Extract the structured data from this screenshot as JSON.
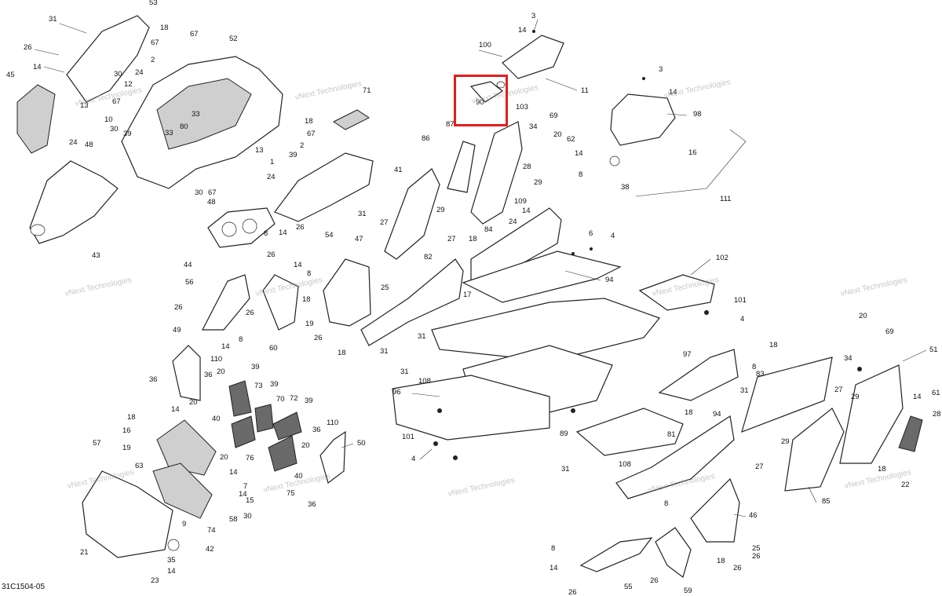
{
  "diagram": {
    "code": "31C1504-05",
    "highlight_color": "#e41d1d",
    "highlighted_part": "90",
    "watermark_line1": "vNext",
    "watermark_line2": "Technologies"
  },
  "callouts": [
    {
      "id": "53",
      "label": "53"
    },
    {
      "id": "31a",
      "label": "31"
    },
    {
      "id": "18a",
      "label": "18"
    },
    {
      "id": "67a",
      "label": "67"
    },
    {
      "id": "26a",
      "label": "26"
    },
    {
      "id": "14a",
      "label": "14"
    },
    {
      "id": "67b",
      "label": "67"
    },
    {
      "id": "52",
      "label": "52"
    },
    {
      "id": "45",
      "label": "45"
    },
    {
      "id": "2a",
      "label": "2"
    },
    {
      "id": "30a",
      "label": "30"
    },
    {
      "id": "24a",
      "label": "24"
    },
    {
      "id": "12",
      "label": "12"
    },
    {
      "id": "67c",
      "label": "67"
    },
    {
      "id": "13a",
      "label": "13"
    },
    {
      "id": "10",
      "label": "10"
    },
    {
      "id": "30b",
      "label": "30"
    },
    {
      "id": "39a",
      "label": "39"
    },
    {
      "id": "33a",
      "label": "33"
    },
    {
      "id": "80",
      "label": "80"
    },
    {
      "id": "24b",
      "label": "24"
    },
    {
      "id": "48a",
      "label": "48"
    },
    {
      "id": "33b",
      "label": "33"
    },
    {
      "id": "71",
      "label": "71"
    },
    {
      "id": "18b",
      "label": "18"
    },
    {
      "id": "67d",
      "label": "67"
    },
    {
      "id": "2b",
      "label": "2"
    },
    {
      "id": "39b",
      "label": "39"
    },
    {
      "id": "13b",
      "label": "13"
    },
    {
      "id": "1",
      "label": "1"
    },
    {
      "id": "24c",
      "label": "24"
    },
    {
      "id": "30c",
      "label": "30"
    },
    {
      "id": "67e",
      "label": "67"
    },
    {
      "id": "48b",
      "label": "48"
    },
    {
      "id": "41",
      "label": "41"
    },
    {
      "id": "43",
      "label": "43"
    },
    {
      "id": "31b",
      "label": "31"
    },
    {
      "id": "8a",
      "label": "8"
    },
    {
      "id": "14b",
      "label": "14"
    },
    {
      "id": "26b",
      "label": "26"
    },
    {
      "id": "54",
      "label": "54"
    },
    {
      "id": "44",
      "label": "44"
    },
    {
      "id": "3a",
      "label": "3"
    },
    {
      "id": "14c",
      "label": "14"
    },
    {
      "id": "100",
      "label": "100"
    },
    {
      "id": "11",
      "label": "11"
    },
    {
      "id": "103",
      "label": "103"
    },
    {
      "id": "90",
      "label": "90"
    },
    {
      "id": "87",
      "label": "87"
    },
    {
      "id": "34a",
      "label": "34"
    },
    {
      "id": "69a",
      "label": "69"
    },
    {
      "id": "20a",
      "label": "20"
    },
    {
      "id": "62",
      "label": "62"
    },
    {
      "id": "14d",
      "label": "14"
    },
    {
      "id": "86",
      "label": "86"
    },
    {
      "id": "28a",
      "label": "28"
    },
    {
      "id": "8b",
      "label": "8"
    },
    {
      "id": "29a",
      "label": "29"
    },
    {
      "id": "109",
      "label": "109"
    },
    {
      "id": "14e",
      "label": "14"
    },
    {
      "id": "24d",
      "label": "24"
    },
    {
      "id": "29b",
      "label": "29"
    },
    {
      "id": "27a",
      "label": "27"
    },
    {
      "id": "27b",
      "label": "27"
    },
    {
      "id": "18c",
      "label": "18"
    },
    {
      "id": "84",
      "label": "84"
    },
    {
      "id": "3b",
      "label": "3"
    },
    {
      "id": "14f",
      "label": "14"
    },
    {
      "id": "98",
      "label": "98"
    },
    {
      "id": "16",
      "label": "16"
    },
    {
      "id": "38",
      "label": "38"
    },
    {
      "id": "111",
      "label": "111"
    },
    {
      "id": "6",
      "label": "6"
    },
    {
      "id": "4a",
      "label": "4"
    },
    {
      "id": "94a",
      "label": "94"
    },
    {
      "id": "102",
      "label": "102"
    },
    {
      "id": "101a",
      "label": "101"
    },
    {
      "id": "4b",
      "label": "4"
    },
    {
      "id": "26c",
      "label": "26"
    },
    {
      "id": "14g",
      "label": "14"
    },
    {
      "id": "8c",
      "label": "8"
    },
    {
      "id": "47",
      "label": "47"
    },
    {
      "id": "82",
      "label": "82"
    },
    {
      "id": "17",
      "label": "17"
    },
    {
      "id": "56",
      "label": "56"
    },
    {
      "id": "26d",
      "label": "26"
    },
    {
      "id": "18d",
      "label": "18"
    },
    {
      "id": "25a",
      "label": "25"
    },
    {
      "id": "26e",
      "label": "26"
    },
    {
      "id": "19",
      "label": "19"
    },
    {
      "id": "60",
      "label": "60"
    },
    {
      "id": "26f",
      "label": "26"
    },
    {
      "id": "8d",
      "label": "8"
    },
    {
      "id": "14h",
      "label": "14"
    },
    {
      "id": "18e",
      "label": "18"
    },
    {
      "id": "31c",
      "label": "31"
    },
    {
      "id": "31d",
      "label": "31"
    },
    {
      "id": "97",
      "label": "97"
    },
    {
      "id": "20b",
      "label": "20"
    },
    {
      "id": "69b",
      "label": "69"
    },
    {
      "id": "49",
      "label": "49"
    },
    {
      "id": "110a",
      "label": "110"
    },
    {
      "id": "36a",
      "label": "36"
    },
    {
      "id": "20c",
      "label": "20"
    },
    {
      "id": "36b",
      "label": "36"
    },
    {
      "id": "39c",
      "label": "39"
    },
    {
      "id": "73",
      "label": "73"
    },
    {
      "id": "39d",
      "label": "39"
    },
    {
      "id": "70",
      "label": "70"
    },
    {
      "id": "72",
      "label": "72"
    },
    {
      "id": "39e",
      "label": "39"
    },
    {
      "id": "31e",
      "label": "31"
    },
    {
      "id": "108a",
      "label": "108"
    },
    {
      "id": "18f",
      "label": "18"
    },
    {
      "id": "8e",
      "label": "8"
    },
    {
      "id": "83",
      "label": "83"
    },
    {
      "id": "34b",
      "label": "34"
    },
    {
      "id": "51",
      "label": "51"
    },
    {
      "id": "96",
      "label": "96"
    },
    {
      "id": "31f",
      "label": "31"
    },
    {
      "id": "94b",
      "label": "94"
    },
    {
      "id": "27c",
      "label": "27"
    },
    {
      "id": "29c",
      "label": "29"
    },
    {
      "id": "14i",
      "label": "14"
    },
    {
      "id": "61",
      "label": "61"
    },
    {
      "id": "28b",
      "label": "28"
    },
    {
      "id": "14j",
      "label": "14"
    },
    {
      "id": "18g",
      "label": "18"
    },
    {
      "id": "20d",
      "label": "20"
    },
    {
      "id": "40a",
      "label": "40"
    },
    {
      "id": "36c",
      "label": "36"
    },
    {
      "id": "110b",
      "label": "110"
    },
    {
      "id": "16b",
      "label": "16"
    },
    {
      "id": "19b",
      "label": "19"
    },
    {
      "id": "63",
      "label": "63"
    },
    {
      "id": "20e",
      "label": "20"
    },
    {
      "id": "14k",
      "label": "14"
    },
    {
      "id": "76",
      "label": "76"
    },
    {
      "id": "20f",
      "label": "20"
    },
    {
      "id": "50",
      "label": "50"
    },
    {
      "id": "101b",
      "label": "101"
    },
    {
      "id": "89",
      "label": "89"
    },
    {
      "id": "81",
      "label": "81"
    },
    {
      "id": "29d",
      "label": "29"
    },
    {
      "id": "57",
      "label": "57"
    },
    {
      "id": "4c",
      "label": "4"
    },
    {
      "id": "18h",
      "label": "18"
    },
    {
      "id": "7",
      "label": "7"
    },
    {
      "id": "40b",
      "label": "40"
    },
    {
      "id": "75",
      "label": "75"
    },
    {
      "id": "15",
      "label": "15"
    },
    {
      "id": "14l",
      "label": "14"
    },
    {
      "id": "31g",
      "label": "31"
    },
    {
      "id": "108b",
      "label": "108"
    },
    {
      "id": "27d",
      "label": "27"
    },
    {
      "id": "18i",
      "label": "18"
    },
    {
      "id": "22",
      "label": "22"
    },
    {
      "id": "85",
      "label": "85"
    },
    {
      "id": "58",
      "label": "58"
    },
    {
      "id": "30d",
      "label": "30"
    },
    {
      "id": "36d",
      "label": "36"
    },
    {
      "id": "9",
      "label": "9"
    },
    {
      "id": "74",
      "label": "74"
    },
    {
      "id": "8f",
      "label": "8"
    },
    {
      "id": "46",
      "label": "46"
    },
    {
      "id": "42",
      "label": "42"
    },
    {
      "id": "21",
      "label": "21"
    },
    {
      "id": "35",
      "label": "35"
    },
    {
      "id": "14m",
      "label": "14"
    },
    {
      "id": "23",
      "label": "23"
    },
    {
      "id": "8g",
      "label": "8"
    },
    {
      "id": "14n",
      "label": "14"
    },
    {
      "id": "25b",
      "label": "25"
    },
    {
      "id": "18j",
      "label": "18"
    },
    {
      "id": "26g",
      "label": "26"
    },
    {
      "id": "26h",
      "label": "26"
    },
    {
      "id": "55",
      "label": "55"
    },
    {
      "id": "26i",
      "label": "26"
    },
    {
      "id": "59",
      "label": "59"
    },
    {
      "id": "26j",
      "label": "26"
    }
  ]
}
